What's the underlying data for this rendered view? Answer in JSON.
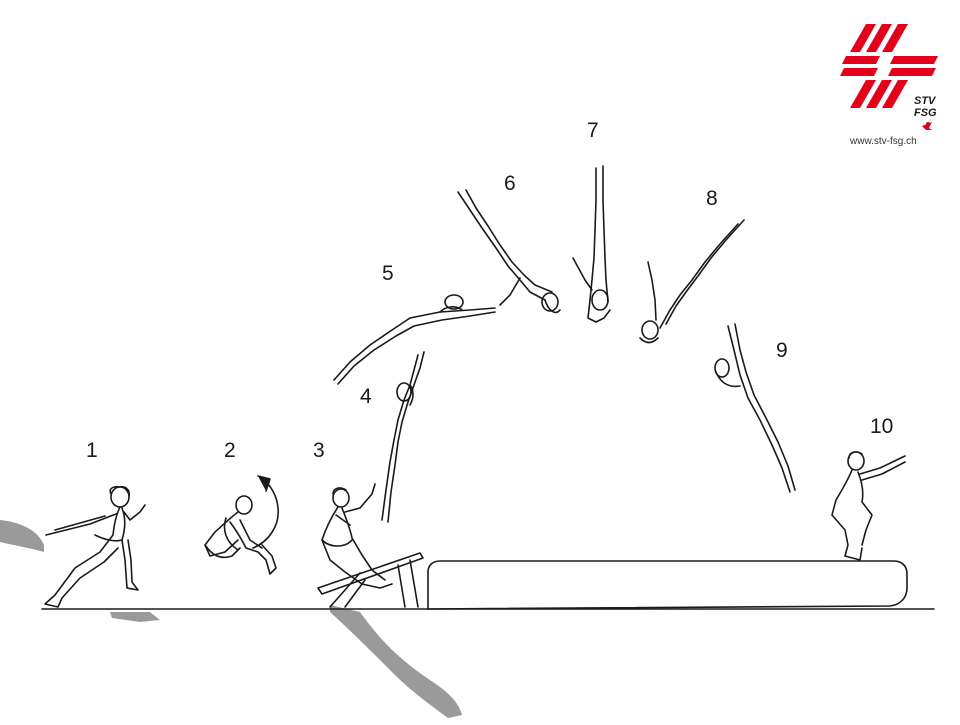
{
  "phases": [
    "1",
    "2",
    "3",
    "4",
    "5",
    "6",
    "7",
    "8",
    "9",
    "10"
  ],
  "logo": {
    "line1": "STV",
    "line2": "FSG",
    "url": "www.stv-fsg.ch",
    "color": "#e2001a"
  },
  "colors": {
    "figure_stroke": "#1a1a1a",
    "shadow": "#9a9a9a"
  },
  "icons": {
    "rotation_arrow": "curved-arrow-icon",
    "logo_mark": "swiss-cross-stripes-icon"
  }
}
